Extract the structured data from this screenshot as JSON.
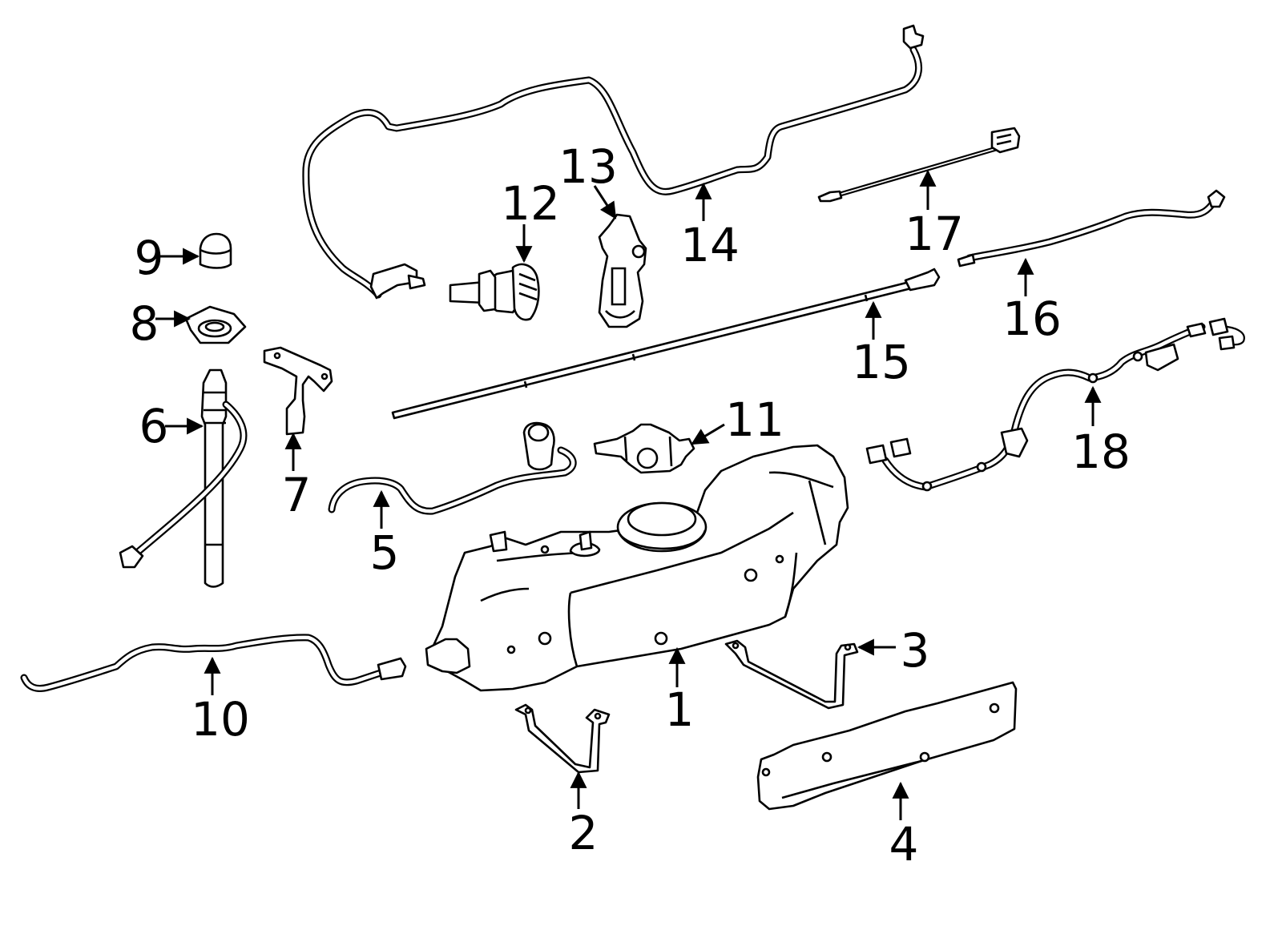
{
  "colors": {
    "ink": "#000000",
    "paper": "#ffffff"
  },
  "callouts": [
    {
      "id": "1",
      "text": "1"
    },
    {
      "id": "2",
      "text": "2"
    },
    {
      "id": "3",
      "text": "3"
    },
    {
      "id": "4",
      "text": "4"
    },
    {
      "id": "5",
      "text": "5"
    },
    {
      "id": "6",
      "text": "6"
    },
    {
      "id": "7",
      "text": "7"
    },
    {
      "id": "8",
      "text": "8"
    },
    {
      "id": "9",
      "text": "9"
    },
    {
      "id": "10",
      "text": "10"
    },
    {
      "id": "11",
      "text": "11"
    },
    {
      "id": "12",
      "text": "12"
    },
    {
      "id": "13",
      "text": "13"
    },
    {
      "id": "14",
      "text": "14"
    },
    {
      "id": "15",
      "text": "15"
    },
    {
      "id": "16",
      "text": "16"
    },
    {
      "id": "17",
      "text": "17"
    },
    {
      "id": "18",
      "text": "18"
    }
  ]
}
